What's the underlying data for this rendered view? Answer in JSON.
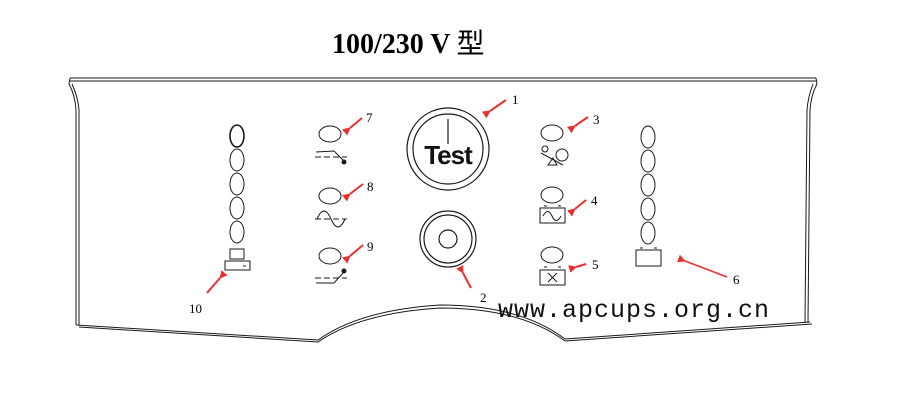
{
  "title": {
    "voltage": "100/230 V",
    "type_char": "型"
  },
  "callouts": [
    {
      "id": "1",
      "label": "1",
      "target": "test-button"
    },
    {
      "id": "2",
      "label": "2",
      "target": "power-button"
    },
    {
      "id": "3",
      "label": "3",
      "target": "overload-indicator"
    },
    {
      "id": "4",
      "label": "4",
      "target": "on-battery-indicator"
    },
    {
      "id": "5",
      "label": "5",
      "target": "replace-battery-indicator"
    },
    {
      "id": "6",
      "label": "6",
      "target": "battery-charge-bar"
    },
    {
      "id": "7",
      "label": "7",
      "target": "avr-trim-indicator"
    },
    {
      "id": "8",
      "label": "8",
      "target": "online-indicator"
    },
    {
      "id": "9",
      "label": "9",
      "target": "avr-boost-indicator"
    },
    {
      "id": "10",
      "label": "10",
      "target": "load-level-bar"
    }
  ],
  "buttons": {
    "test_label": "Test"
  },
  "watermark": "www.apcups.org.cn",
  "colors": {
    "arrow": "#e8312f",
    "line": "#1a1a1a",
    "background": "#ffffff"
  }
}
